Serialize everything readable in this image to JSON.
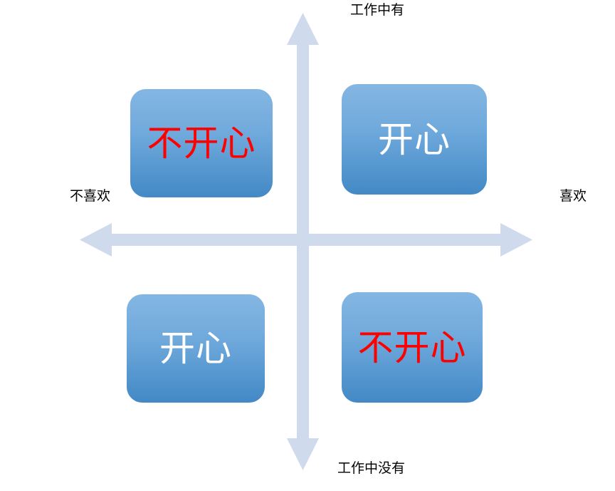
{
  "diagram": {
    "title": "",
    "background_color": "#FFFFFF",
    "axis": {
      "color": "#CFDAEC",
      "vertical": {
        "top_label": "工作中有",
        "bottom_label": "工作中没有"
      },
      "horizontal": {
        "left_label": "不喜欢",
        "right_label": "喜欢"
      }
    },
    "box_style": {
      "fill_top": "#84B6E2",
      "fill_bottom": "#4389C6",
      "corner_radius": "22px"
    },
    "text_colors": {
      "unhappy": "#FF0000",
      "happy": "#FFFFFF"
    },
    "quadrants": [
      {
        "id": "top-left",
        "label": "不开心",
        "meaning": "dislike + present at work",
        "text_color": "#FF0000"
      },
      {
        "id": "top-right",
        "label": "开心",
        "meaning": "like + present at work",
        "text_color": "#FFFFFF"
      },
      {
        "id": "bottom-left",
        "label": "开心",
        "meaning": "dislike + absent at work",
        "text_color": "#FFFFFF"
      },
      {
        "id": "bottom-right",
        "label": "不开心",
        "meaning": "like + absent at work",
        "text_color": "#FF0000"
      }
    ]
  }
}
